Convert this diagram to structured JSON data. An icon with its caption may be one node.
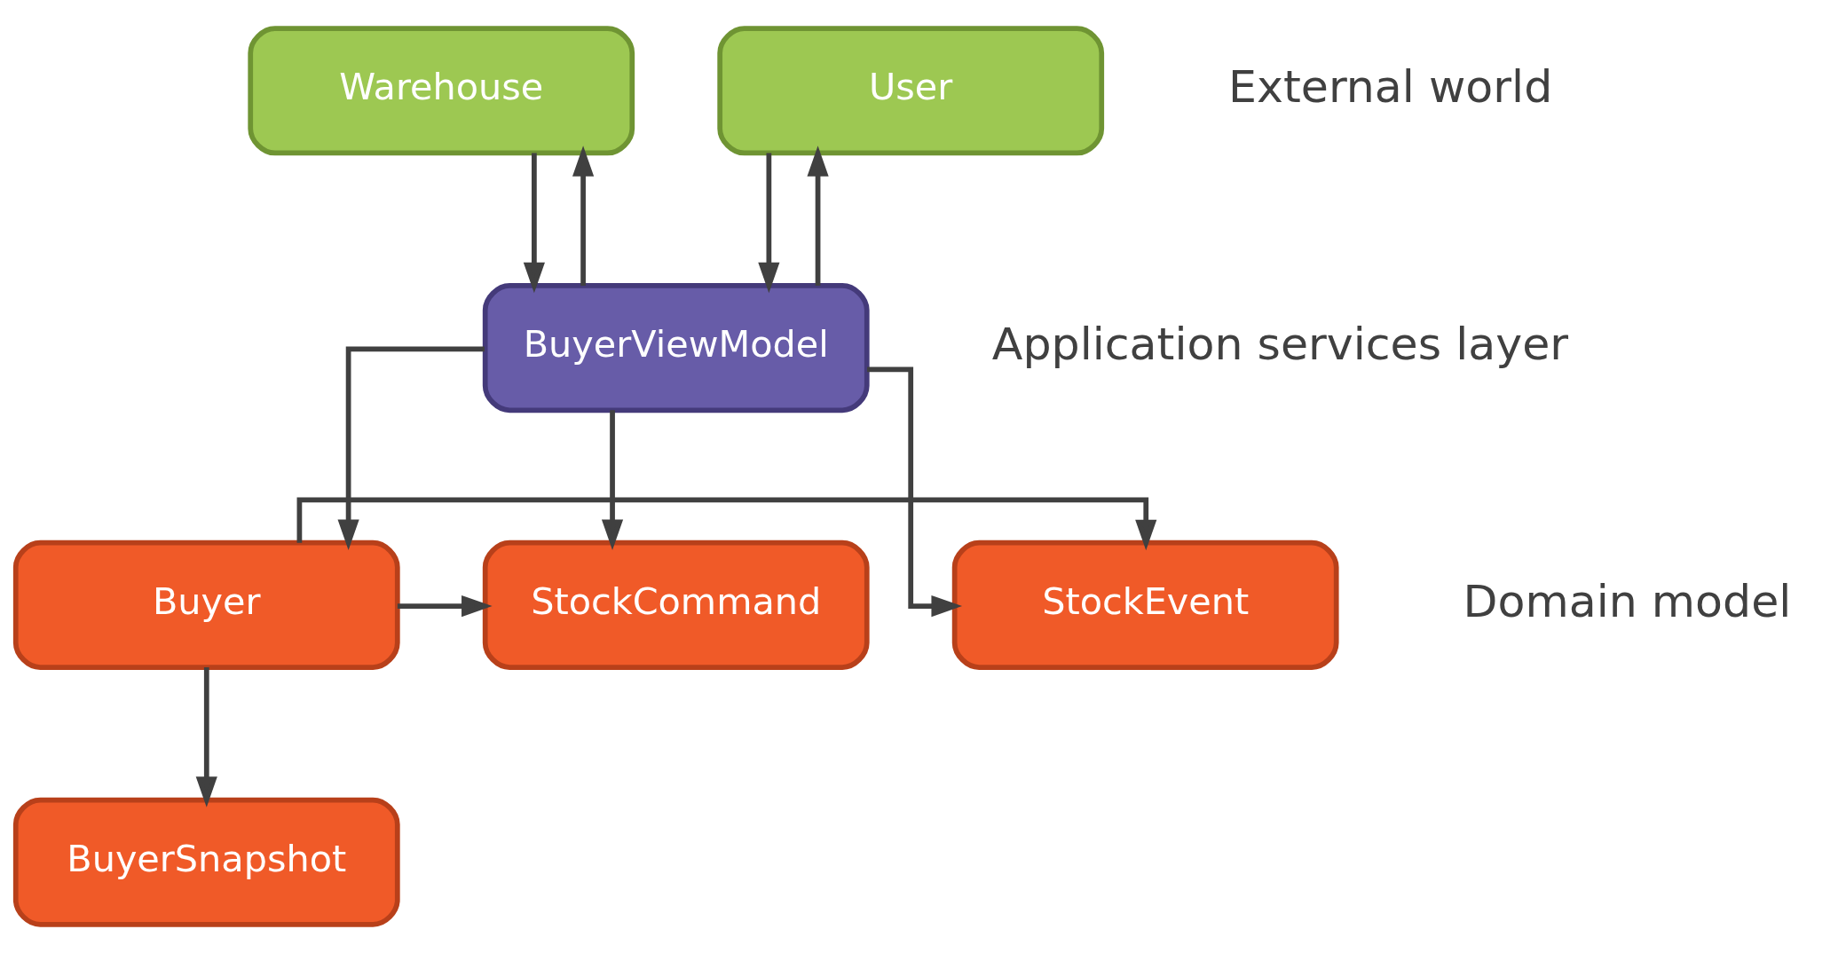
{
  "diagram": {
    "nodes": [
      {
        "text": [
          "Warehouse"
        ]
      },
      {
        "text": [
          "User"
        ]
      },
      {
        "text": [
          "BuyerViewModel"
        ]
      },
      {
        "text": [
          "StockEvent"
        ]
      },
      {
        "text": [
          "Buyer"
        ]
      },
      {
        "text": [
          "StockCommand"
        ]
      },
      {
        "text": [
          "BuyerSnapshot"
        ]
      }
    ],
    "edges": [
      {
        "from": 0,
        "to": 2,
        "arrow": "to"
      },
      {
        "from": 2,
        "to": 0,
        "arrow": "to"
      },
      {
        "from": 1,
        "to": 2,
        "arrow": "to"
      },
      {
        "from": 2,
        "to": 1,
        "arrow": "to"
      },
      {
        "from": 2,
        "to": 3,
        "arrow": "to"
      },
      {
        "from": 2,
        "to": 4,
        "arrow": "to"
      },
      {
        "from": 2,
        "to": 5,
        "arrow": "to"
      },
      {
        "from": 4,
        "to": 3,
        "arrow": "to"
      },
      {
        "from": 4,
        "to": 5,
        "arrow": "to"
      },
      {
        "from": 4,
        "to": 6,
        "arrow": "to"
      }
    ],
    "labels": [
      "External world",
      "Application services layer",
      "Domain model"
    ]
  }
}
